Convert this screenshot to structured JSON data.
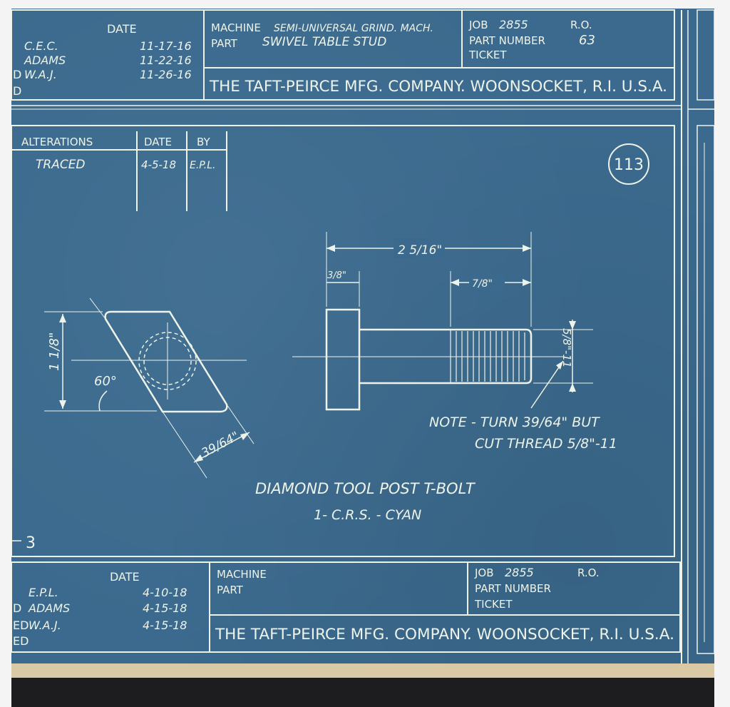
{
  "colors": {
    "paper": "#3b6a8e",
    "ink": "#eef3ea"
  },
  "top_block": {
    "date_label": "DATE",
    "signatures": [
      {
        "name": "C.E.C.",
        "date": "11-17-16"
      },
      {
        "name": "ADAMS",
        "date": "11-22-16"
      },
      {
        "name": "W.A.J.",
        "date": "11-26-16"
      }
    ],
    "row_marks": [
      "D",
      "D"
    ],
    "machine_label": "MACHINE",
    "machine_value": "SEMI-UNIVERSAL GRIND. MACH.",
    "part_label": "PART",
    "part_value": "SWIVEL TABLE STUD",
    "job_label": "JOB",
    "job_value": "2855",
    "ro_label": "R.O.",
    "part_number_label": "PART NUMBER",
    "part_number_value": "63",
    "ticket_label": "TICKET",
    "company": "THE TAFT-PEIRCE MFG. COMPANY. WOONSOCKET, R.I. U.S.A."
  },
  "alterations": {
    "headers": [
      "ALTERATIONS",
      "DATE",
      "BY"
    ],
    "rows": [
      {
        "alteration": "TRACED",
        "date": "4-5-18",
        "by": "E.P.L."
      }
    ]
  },
  "sheet_number": "113",
  "drawing": {
    "overall_length": "2 5/16\"",
    "head_width": "3/8\"",
    "thread_length": "7/8\"",
    "thread_spec": "5/8\"-11",
    "height": "1 1/8\"",
    "angle": "60°",
    "width": "39/64\"",
    "note_line1": "NOTE -  TURN 39/64\" BUT",
    "note_line2": "CUT THREAD 5/8\"-11",
    "title": "DIAMOND TOOL POST T-BOLT",
    "material": "1- C.R.S. - CYAN"
  },
  "side_mark": "3",
  "bottom_block": {
    "date_label": "DATE",
    "signatures": [
      {
        "name": "E.P.L.",
        "date": "4-10-18"
      },
      {
        "name": "ADAMS",
        "date": "4-15-18"
      },
      {
        "name": "W.A.J.",
        "date": "4-15-18"
      }
    ],
    "row_marks": [
      "D",
      "ED",
      "ED"
    ],
    "machine_label": "MACHINE",
    "part_label": "PART",
    "job_label": "JOB",
    "job_value": "2855",
    "ro_label": "R.O.",
    "part_number_label": "PART NUMBER",
    "ticket_label": "TICKET",
    "company": "THE TAFT-PEIRCE MFG. COMPANY. WOONSOCKET, R.I. U.S.A."
  }
}
